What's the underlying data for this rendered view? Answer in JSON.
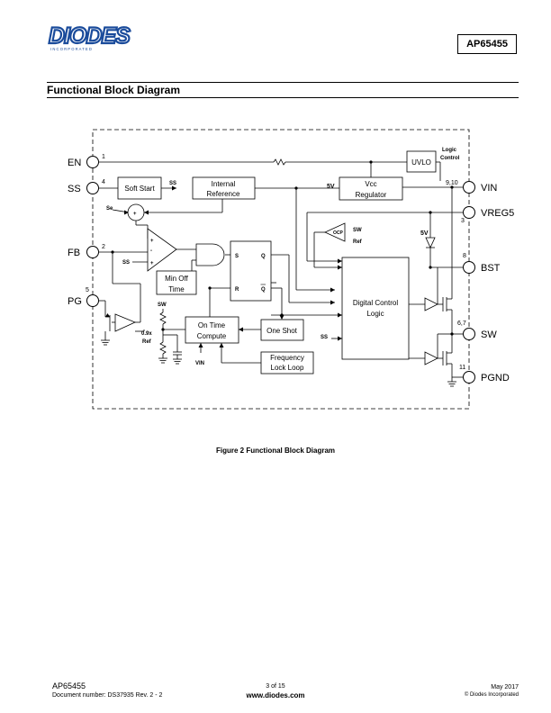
{
  "header": {
    "logo_text": "DIODES",
    "logo_sub": "I N C O R P O R A T E D",
    "part_number": "AP65455"
  },
  "section_title": "Functional Block Diagram",
  "diagram": {
    "pins": {
      "en": "EN",
      "ss": "SS",
      "fb": "FB",
      "pg": "PG",
      "vin": "VIN",
      "vreg5": "VREG5",
      "bst": "BST",
      "sw": "SW",
      "pgnd": "PGND"
    },
    "pin_numbers": {
      "en": "1",
      "ss": "4",
      "fb": "2",
      "pg": "5",
      "vin": "9,10",
      "vreg5": "3",
      "bst": "8",
      "sw": "6,7",
      "pgnd": "11"
    },
    "blocks": {
      "soft_start": "Soft Start",
      "internal_reference_1": "Internal",
      "internal_reference_2": "Reference",
      "vcc_regulator_1": "Vcc",
      "vcc_regulator_2": "Regulator",
      "uvlo": "UVLO",
      "logic_control_1": "Logic",
      "logic_control_2": "Control",
      "min_off_time_1": "Min Off",
      "min_off_time_2": "Time",
      "on_time_compute_1": "On Time",
      "on_time_compute_2": "Compute",
      "one_shot": "One Shot",
      "frequency_lock_loop_1": "Frequency",
      "frequency_lock_loop_2": "Lock Loop",
      "digital_control_logic_1": "Digital Control",
      "digital_control_logic_2": "Logic",
      "ocp": "OCP"
    },
    "labels": {
      "ss_out": "SS",
      "se": "Se",
      "plus": "+",
      "minus": "-",
      "five_v_vcc": "5V",
      "five_v_diode": "5V",
      "ss_comp": "SS",
      "sw_ocp": "SW",
      "ref_ocp": "Ref",
      "sw_ontime": "SW",
      "vin_ontime": "VIN",
      "ss_dcl": "SS",
      "pg_ratio": "0.9x",
      "pg_ref": "Ref",
      "s": "S",
      "r": "R",
      "q": "Q",
      "qbar": "Q"
    }
  },
  "caption": "Figure 2 Functional Block Diagram",
  "footer": {
    "part": "AP65455",
    "document": "Document number: DS37935 Rev. 2 - 2",
    "page": "3 of 15",
    "website": "www.diodes.com",
    "date": "May 2017",
    "copyright": "© Diodes Incorporated"
  }
}
